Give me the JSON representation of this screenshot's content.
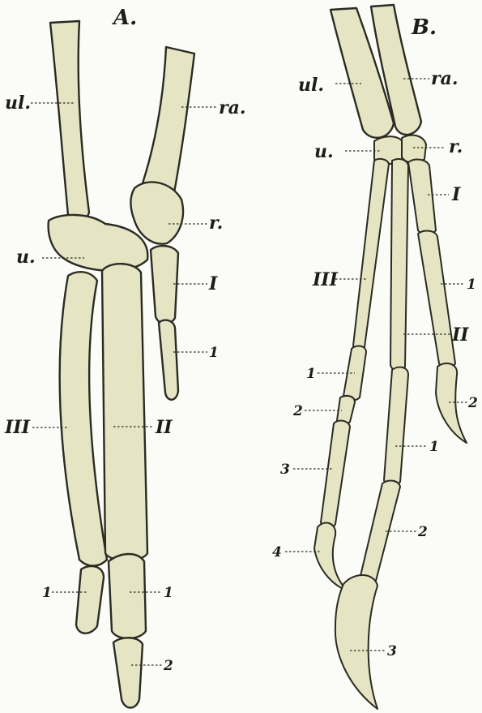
{
  "panels": {
    "a": {
      "title": "A.",
      "labels": {
        "ulna": "ul.",
        "radius": "ra.",
        "ulnare": "u.",
        "radiale": "r.",
        "digit_I": "I",
        "digit_I_phalanx_1": "1",
        "digit_II": "II",
        "digit_II_phalanx_1": "1",
        "digit_II_phalanx_2": "2",
        "digit_III": "III",
        "digit_III_phalanx_1": "1"
      }
    },
    "b": {
      "title": "B.",
      "labels": {
        "ulna": "ul.",
        "radius": "ra.",
        "ulnare": "u.",
        "radiale": "r.",
        "digit_I": "I",
        "digit_I_phalanx_1": "1",
        "digit_I_phalanx_2": "2",
        "digit_II": "II",
        "digit_II_phalanx_1": "1",
        "digit_II_phalanx_2": "2",
        "digit_II_phalanx_3": "3",
        "digit_III": "III",
        "digit_III_phalanx_1": "1",
        "digit_III_phalanx_2": "2",
        "digit_III_phalanx_3": "3",
        "digit_III_phalanx_4": "4"
      }
    }
  },
  "colors": {
    "bone_fill": "#e5e5c4",
    "outline": "#2b2b24",
    "paper": "#fbfbf7"
  }
}
